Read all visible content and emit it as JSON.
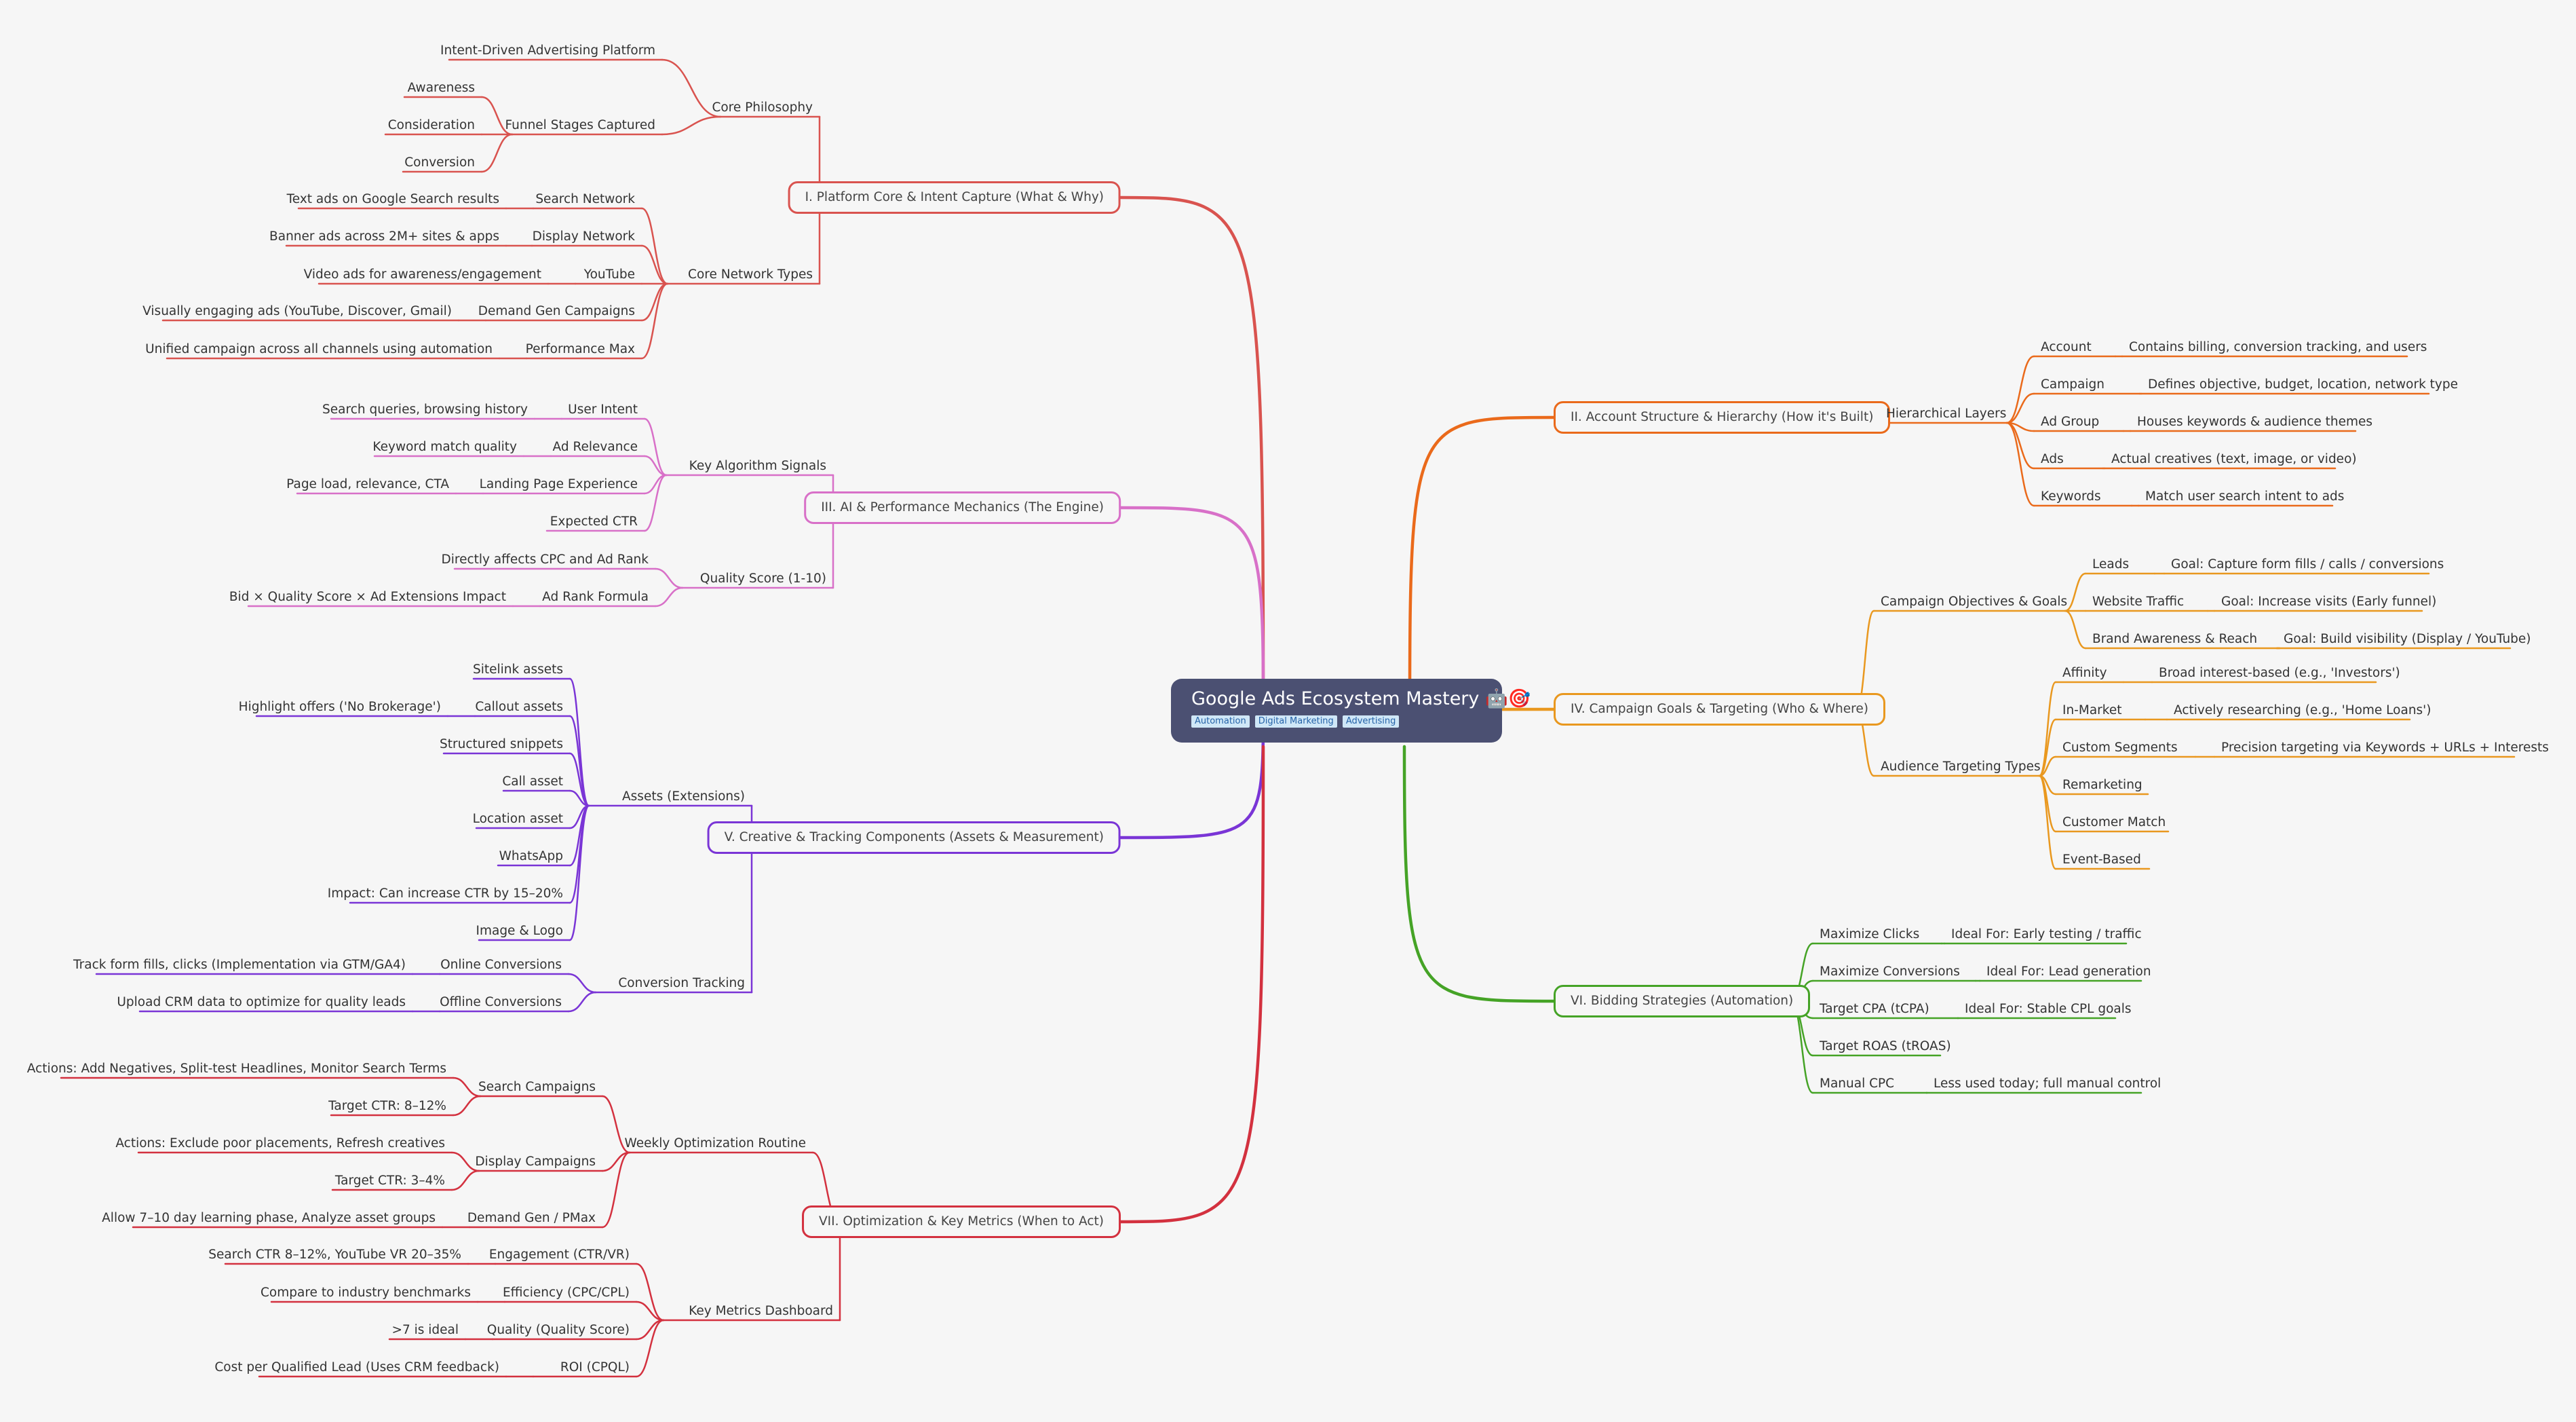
{
  "colors": {
    "b1": "#d9534f",
    "b2": "#ea6a1b",
    "b3": "#d870c8",
    "b4": "#e9981f",
    "b5": "#7a35d6",
    "b6": "#45a326",
    "b7": "#d3313f",
    "root": "#4b5072"
  },
  "root": {
    "title": "Google Ads Ecosystem Mastery 🤖🎯",
    "tags": [
      "Automation",
      "Digital Marketing",
      "Advertising"
    ]
  },
  "b1": {
    "label": "I. Platform Core & Intent Capture (What & Why)",
    "core_philosophy": "Core Philosophy",
    "intent_platform": "Intent-Driven Advertising Platform",
    "funnel": "Funnel Stages Captured",
    "awareness": "Awareness",
    "consideration": "Consideration",
    "conversion": "Conversion",
    "network_types": "Core Network Types",
    "search_network": "Search Network",
    "search_network_desc": "Text ads on Google Search results",
    "display_network": "Display Network",
    "display_network_desc": "Banner ads across 2M+ sites & apps",
    "youtube": "YouTube",
    "youtube_desc": "Video ads for awareness/engagement",
    "demand_gen": "Demand Gen Campaigns",
    "demand_gen_desc": "Visually engaging ads (YouTube, Discover, Gmail)",
    "pmax": "Performance Max",
    "pmax_desc": "Unified campaign across all channels using automation"
  },
  "b2": {
    "label": "II. Account Structure & Hierarchy (How it's Built)",
    "layers": "Hierarchical Layers",
    "account": "Account",
    "account_desc": "Contains billing, conversion tracking, and users",
    "campaign": "Campaign",
    "campaign_desc": "Defines objective, budget, location, network type",
    "adgroup": "Ad Group",
    "adgroup_desc": "Houses keywords & audience themes",
    "ads": "Ads",
    "ads_desc": "Actual creatives (text, image, or video)",
    "keywords": "Keywords",
    "keywords_desc": "Match user search intent to ads"
  },
  "b3": {
    "label": "III. AI & Performance Mechanics (The Engine)",
    "signals": "Key Algorithm Signals",
    "user_intent": "User Intent",
    "user_intent_desc": "Search queries, browsing history",
    "ad_relevance": "Ad Relevance",
    "ad_relevance_desc": "Keyword match quality",
    "lpe": "Landing Page Experience",
    "lpe_desc": "Page load, relevance, CTA",
    "expected_ctr": "Expected CTR",
    "qs": "Quality Score (1-10)",
    "qs_desc": "Directly affects CPC and Ad Rank",
    "ad_rank": "Ad Rank Formula",
    "ad_rank_desc": "Bid × Quality Score × Ad Extensions Impact"
  },
  "b4": {
    "label": "IV. Campaign Goals & Targeting (Who & Where)",
    "objectives": "Campaign Objectives & Goals",
    "leads": "Leads",
    "leads_desc": "Goal: Capture form fills / calls / conversions",
    "traffic": "Website Traffic",
    "traffic_desc": "Goal: Increase visits (Early funnel)",
    "brand": "Brand Awareness & Reach",
    "brand_desc": "Goal: Build visibility (Display / YouTube)",
    "audience": "Audience Targeting Types",
    "affinity": "Affinity",
    "affinity_desc": "Broad interest-based (e.g., 'Investors')",
    "inmarket": "In-Market",
    "inmarket_desc": "Actively researching (e.g., 'Home Loans')",
    "custom": "Custom Segments",
    "custom_desc": "Precision targeting via Keywords + URLs + Interests",
    "remarketing": "Remarketing",
    "customer_match": "Customer Match",
    "event_based": "Event-Based"
  },
  "b5": {
    "label": "V. Creative & Tracking Components (Assets & Measurement)",
    "assets": "Assets (Extensions)",
    "sitelink": "Sitelink assets",
    "callout": "Callout assets",
    "callout_desc": "Highlight offers ('No Brokerage')",
    "snippets": "Structured snippets",
    "call": "Call asset",
    "location": "Location asset",
    "whatsapp": "WhatsApp",
    "impact": "Impact: Can increase CTR by 15–20%",
    "image_logo": "Image & Logo",
    "conv_tracking": "Conversion Tracking",
    "online_conv": "Online Conversions",
    "online_conv_desc": "Track form fills, clicks (Implementation via GTM/GA4)",
    "offline_conv": "Offline Conversions",
    "offline_conv_desc": "Upload CRM data to optimize for quality leads"
  },
  "b6": {
    "label": "VI. Bidding Strategies (Automation)",
    "max_clicks": "Maximize Clicks",
    "max_clicks_desc": "Ideal For: Early testing / traffic",
    "max_conv": "Maximize Conversions",
    "max_conv_desc": "Ideal For: Lead generation",
    "tcpa": "Target CPA (tCPA)",
    "tcpa_desc": "Ideal For: Stable CPL goals",
    "troas": "Target ROAS (tROAS)",
    "manual": "Manual CPC",
    "manual_desc": "Less used today; full manual control"
  },
  "b7": {
    "label": "VII. Optimization & Key Metrics (When to Act)",
    "weekly": "Weekly Optimization Routine",
    "search_campaigns": "Search Campaigns",
    "search_actions": "Actions: Add Negatives, Split-test Headlines, Monitor Search Terms",
    "search_target": "Target CTR: 8–12%",
    "display_campaigns": "Display Campaigns",
    "display_actions": "Actions: Exclude poor placements, Refresh creatives",
    "display_target": "Target CTR: 3–4%",
    "dg_pmax": "Demand Gen / PMax",
    "dg_pmax_desc": "Allow 7–10 day learning phase, Analyze asset groups",
    "dashboard": "Key Metrics Dashboard",
    "engagement": "Engagement (CTR/VR)",
    "engagement_desc": "Search CTR 8–12%, YouTube VR 20–35%",
    "efficiency": "Efficiency (CPC/CPL)",
    "efficiency_desc": "Compare to industry benchmarks",
    "quality": "Quality (Quality Score)",
    "quality_desc": ">7 is ideal",
    "roi": "ROI (CPQL)",
    "roi_desc": "Cost per Qualified Lead (Uses CRM feedback)"
  }
}
